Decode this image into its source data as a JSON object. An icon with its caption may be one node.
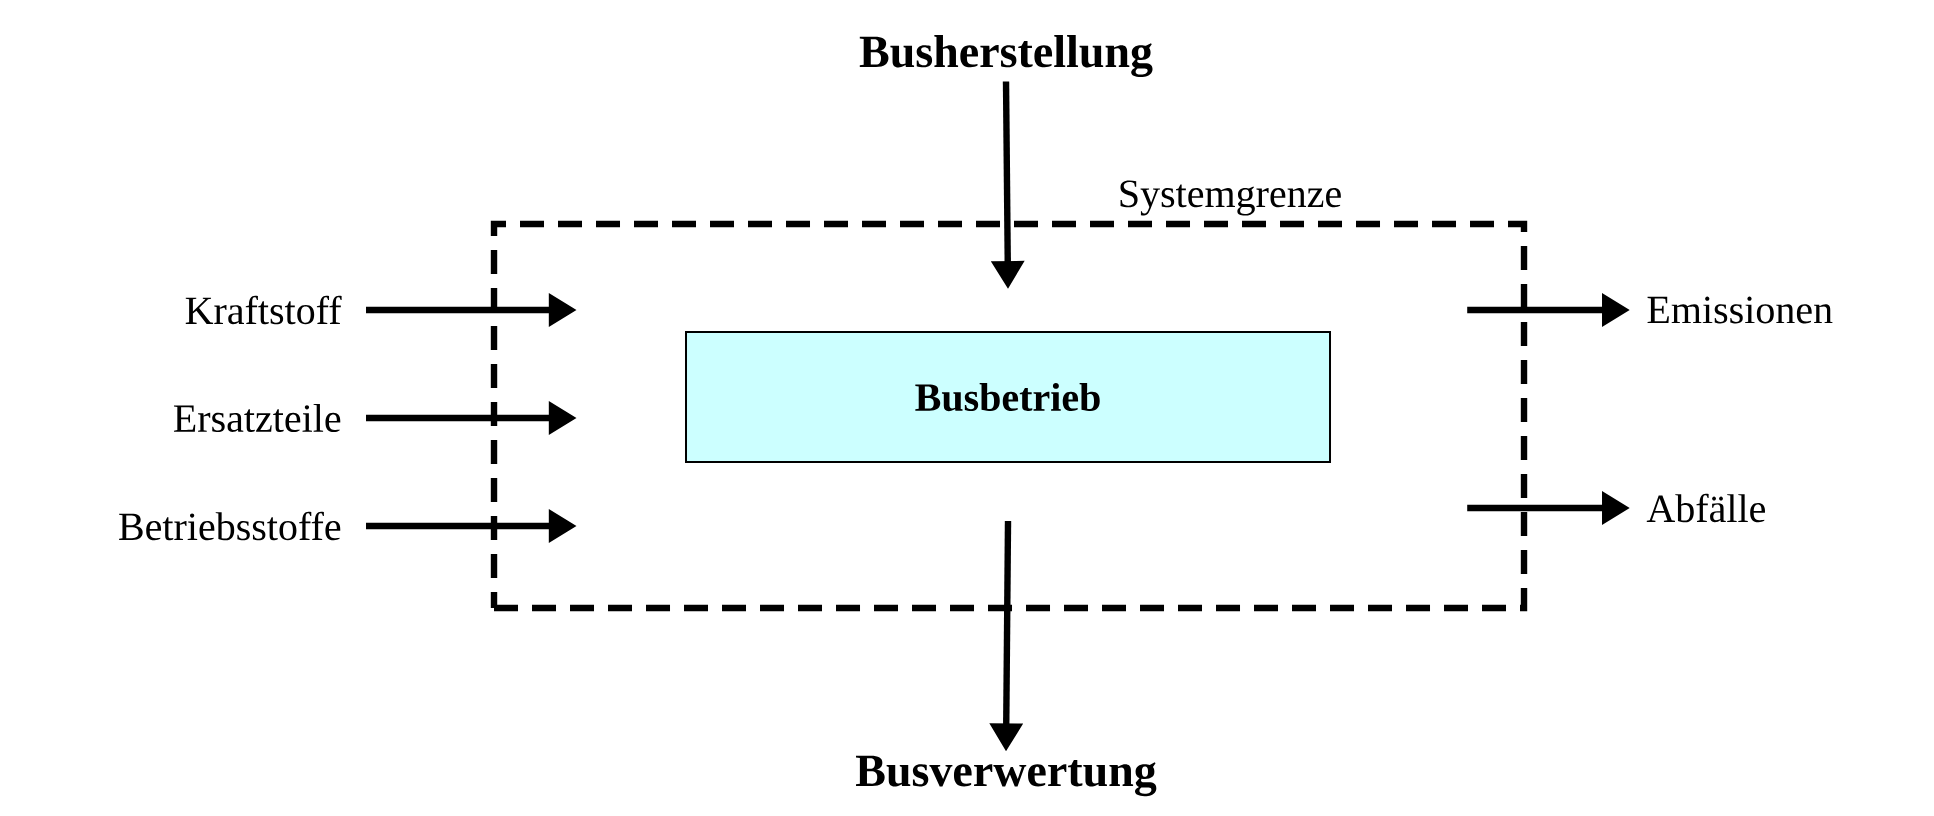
{
  "diagram": {
    "nodes": [
      {
        "text": [
          "Systemgrenze"
        ]
      },
      {
        "text": [
          "Busbetrieb"
        ],
        "in": 0
      },
      {
        "text": [
          "Busherstellung"
        ]
      },
      {
        "text": [
          "Busverwertung"
        ]
      },
      {
        "text": [
          "Kraftstoff"
        ]
      },
      {
        "text": [
          "Ersatzteile"
        ]
      },
      {
        "text": [
          "Betriebsstoffe"
        ]
      },
      {
        "text": [
          "Emissionen"
        ]
      },
      {
        "text": [
          "Abfälle"
        ]
      }
    ],
    "edges": [
      {
        "from": 2,
        "to": 1,
        "arrow": "to"
      },
      {
        "from": 1,
        "to": 3,
        "arrow": "to"
      },
      {
        "from": 4,
        "to": 0,
        "arrow": "to"
      },
      {
        "from": 5,
        "to": 0,
        "arrow": "to"
      },
      {
        "from": 6,
        "to": 0,
        "arrow": "to"
      },
      {
        "from": 0,
        "to": 7,
        "arrow": "to"
      },
      {
        "from": 0,
        "to": 8,
        "arrow": "to"
      }
    ]
  }
}
